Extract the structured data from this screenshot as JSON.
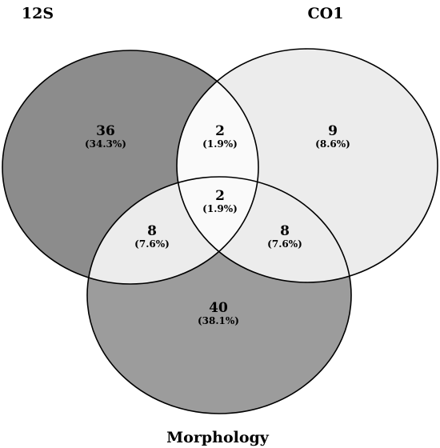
{
  "venn": {
    "sets": [
      {
        "id": "A",
        "label": "12S"
      },
      {
        "id": "B",
        "label": "CO1"
      },
      {
        "id": "C",
        "label": "Morphology"
      }
    ],
    "regions": {
      "a_only": {
        "count": "36",
        "percent": "(34.3%)",
        "color": "#8c8c8c"
      },
      "b_only": {
        "count": "9",
        "percent": "(8.6%)",
        "color": "#ececec"
      },
      "c_only": {
        "count": "40",
        "percent": "(38.1%)",
        "color": "#9c9c9c"
      },
      "ab": {
        "count": "2",
        "percent": "(1.9%)",
        "color": "#fafafa"
      },
      "ac": {
        "count": "8",
        "percent": "(7.6%)",
        "color": "#ececec"
      },
      "bc": {
        "count": "8",
        "percent": "(7.6%)",
        "color": "#ececec"
      },
      "abc": {
        "count": "2",
        "percent": "(1.9%)",
        "color": "#fafafa"
      }
    }
  }
}
